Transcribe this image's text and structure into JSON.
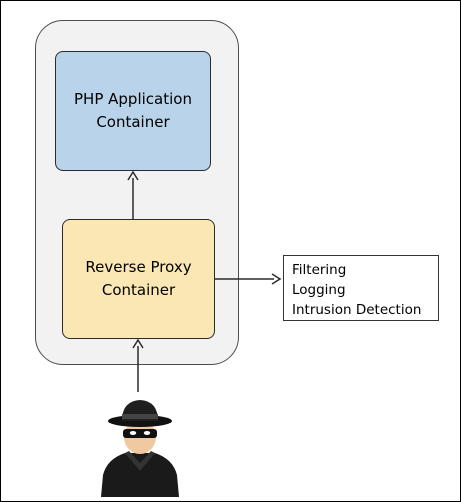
{
  "php_container": {
    "line1": "PHP Application",
    "line2": "Container"
  },
  "proxy_container": {
    "line1": "Reverse Proxy",
    "line2": "Container"
  },
  "features": {
    "items": [
      "Filtering",
      "Logging",
      "Intrusion Detection"
    ]
  },
  "icons": {
    "actor": "hacker-icon"
  },
  "colors": {
    "host_fill": "#f2f2f2",
    "php_fill": "#b9d3ea",
    "proxy_fill": "#fbe7b4",
    "arrow": "#2b2b2b"
  }
}
